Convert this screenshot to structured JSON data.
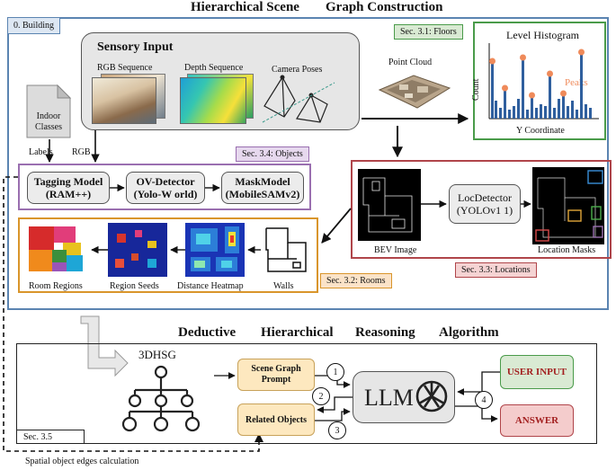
{
  "diagram": {
    "top_title_left": "Hierarchical Scene",
    "top_title_right": "Graph Construction",
    "building_label": "0. Building",
    "sensory": {
      "title": "Sensory Input",
      "rgb": "RGB Sequence",
      "depth": "Depth Sequence",
      "poses": "Camera Poses"
    },
    "indoor_classes": "Indoor Classes",
    "labels_text": "Labels",
    "rgb_text": "RGB",
    "point_cloud": "Point Cloud",
    "floors": {
      "tag": "Sec. 3.1: Floors",
      "title": "Level Histogram",
      "ylabel": "Count",
      "xlabel": "Y Coordinate",
      "peaks": "Peaks"
    },
    "objects": {
      "tag": "Sec. 3.4: Objects",
      "tagging_line1": "Tagging Model",
      "tagging_line2": "(RAM++)",
      "ov_line1": "OV-Detector",
      "ov_line2": "(Yolo-W orld)",
      "mask_line1": "MaskModel",
      "mask_line2": "(MobileSAMv2)"
    },
    "locations": {
      "tag": "Sec. 3.3: Locations",
      "bev": "BEV Image",
      "det_line1": "LocDetector",
      "det_line2": "(YOLOv1 1)",
      "masks": "Location Masks"
    },
    "rooms": {
      "tag": "Sec. 3.2: Rooms",
      "regions": "Room Regions",
      "seeds": "Region Seeds",
      "heatmap": "Distance Heatmap",
      "walls": "Walls"
    },
    "reasoning": {
      "title_words": [
        "Deductive",
        "Hierarchical",
        "Reasoning",
        "Algorithm"
      ],
      "graph_label": "3DHSG",
      "sgp_line1": "Scene Graph",
      "sgp_line2": "Prompt",
      "related": "Related Objects",
      "llm": "LLM",
      "user_input": "USER INPUT",
      "answer": "ANSWER",
      "steps": [
        "1",
        "2",
        "3",
        "4"
      ],
      "sec": "Sec. 3.5",
      "spatial": "Spatial object edges calculation"
    },
    "colors": {
      "building_border": "#5b84b1",
      "floors_border": "#4a9b4a",
      "floors_fill": "#d9ead3",
      "objects_border": "#9a6fb0",
      "objects_fill": "#e6d8ee",
      "locations_border": "#b0454a",
      "locations_fill": "#f5d3d3",
      "rooms_border": "#d9952b",
      "rooms_fill": "#fbe3c8",
      "user_input_fill": "#d9ead3",
      "answer_fill": "#f4cccc",
      "prompt_fill": "#fde8bf",
      "histogram_blue": "#2f5f9e",
      "peak_orange": "#ef8a5a"
    }
  }
}
